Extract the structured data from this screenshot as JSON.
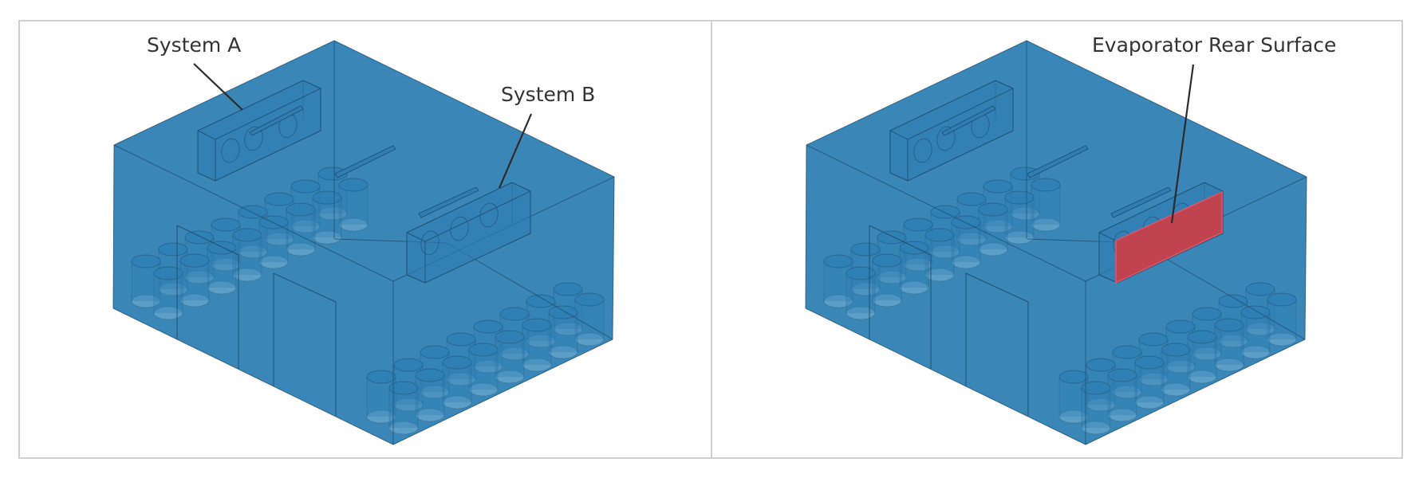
{
  "figure": {
    "panels": [
      {
        "id": "left",
        "description": "Cold room model with two evaporator systems",
        "labels": [
          {
            "key": "system_a",
            "text": "System A"
          },
          {
            "key": "system_b",
            "text": "System B"
          }
        ]
      },
      {
        "id": "right",
        "description": "Cold room model with highlighted evaporator rear surface",
        "labels": [
          {
            "key": "evaporator_rear_surface",
            "text": "Evaporator Rear Surface"
          }
        ]
      }
    ],
    "colors": {
      "room_fill": "#3a87b7",
      "room_edge": "#1f4f72",
      "unit_fill": "#2f7db2",
      "cylinder_top": "#2e7fb4",
      "cylinder_bottom": "#6aa6cc",
      "highlight_surface": "#c0434f",
      "label_text": "#333333",
      "leader_line": "#2b2b2b",
      "frame_border": "#d0d0d0"
    }
  }
}
